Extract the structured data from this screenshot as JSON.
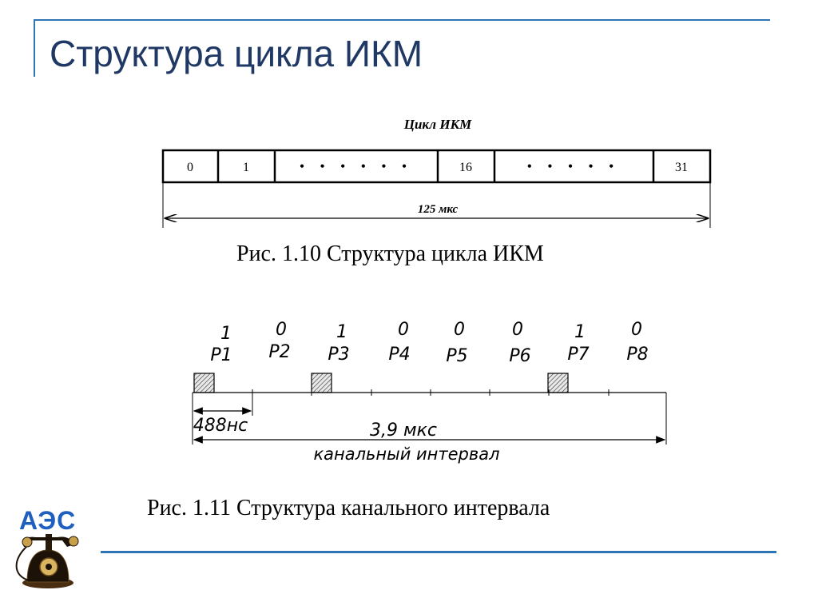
{
  "slide": {
    "title": "Структура цикла ИКМ"
  },
  "figure1": {
    "heading": "Цикл ИКМ",
    "cells": [
      "0",
      "1",
      "• • • • • •",
      "16",
      "• • • • •",
      "31"
    ],
    "duration": "125 мкс",
    "caption": "Рис. 1.10  Структура цикла ИКМ"
  },
  "figure2": {
    "bits": [
      {
        "value": "1",
        "label": "P1"
      },
      {
        "value": "0",
        "label": "P2"
      },
      {
        "value": "1",
        "label": "P3"
      },
      {
        "value": "0",
        "label": "P4"
      },
      {
        "value": "0",
        "label": "P5"
      },
      {
        "value": "0",
        "label": "P6"
      },
      {
        "value": "1",
        "label": "P7"
      },
      {
        "value": "0",
        "label": "P8"
      }
    ],
    "bit_duration": "488нс",
    "total_duration": "3,9 мкс",
    "interval_label": "канальный интервал",
    "caption": "Рис. 1.11  Структура канального интервала"
  },
  "logo": {
    "text": "АЭС",
    "icon": "telephone-icon"
  }
}
